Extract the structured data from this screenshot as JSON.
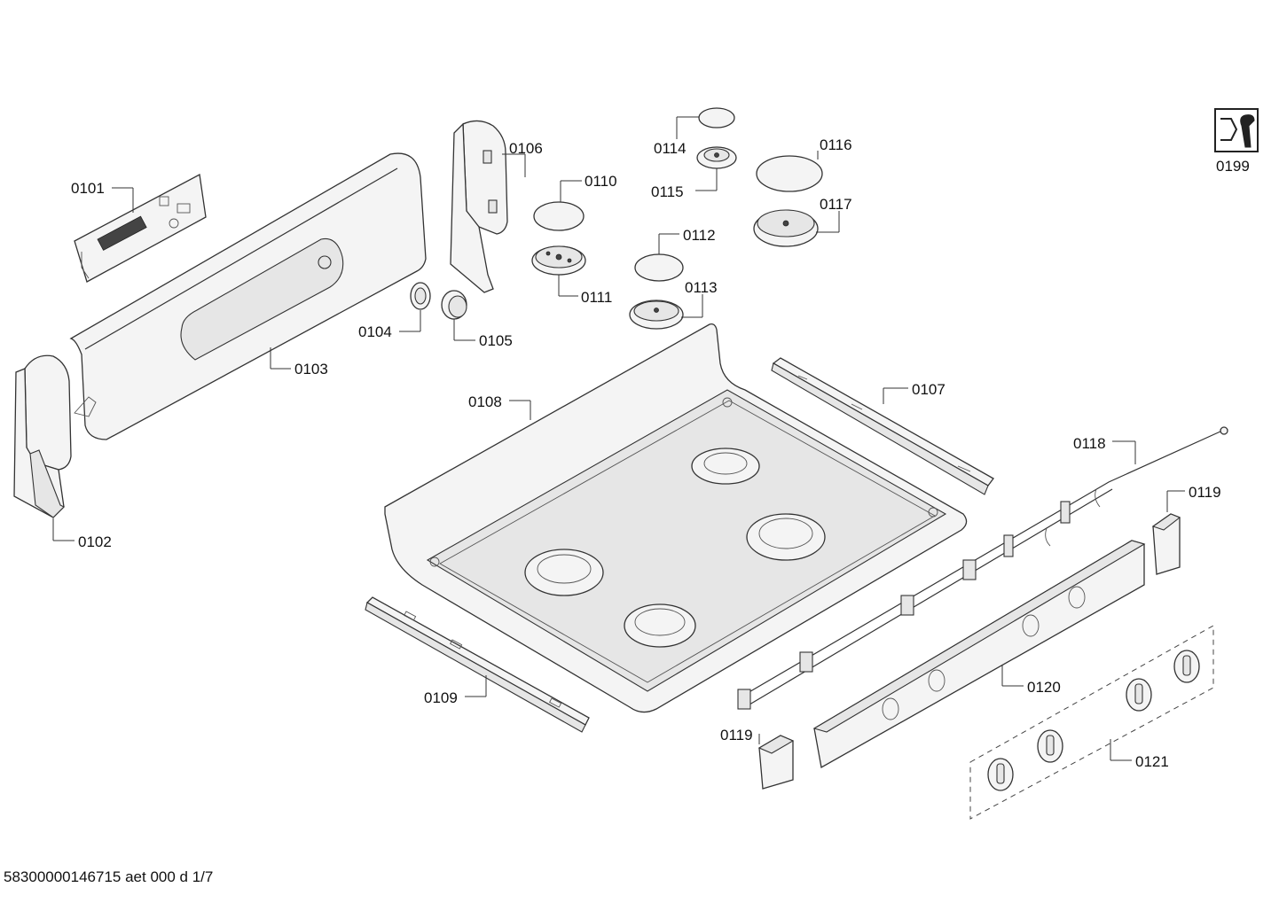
{
  "labels": {
    "p0101": "0101",
    "p0102": "0102",
    "p0103": "0103",
    "p0104": "0104",
    "p0105": "0105",
    "p0106": "0106",
    "p0107": "0107",
    "p0108": "0108",
    "p0109": "0109",
    "p0110": "0110",
    "p0111": "0111",
    "p0112": "0112",
    "p0113": "0113",
    "p0114": "0114",
    "p0115": "0115",
    "p0116": "0116",
    "p0117": "0117",
    "p0118": "0118",
    "p0119a": "0119",
    "p0119b": "0119",
    "p0120": "0120",
    "p0121": "0121",
    "p0199": "0199"
  },
  "footer": "58300000146715 aet 000 d 1/7",
  "icons": {
    "service": "wrench-screw-icon"
  }
}
